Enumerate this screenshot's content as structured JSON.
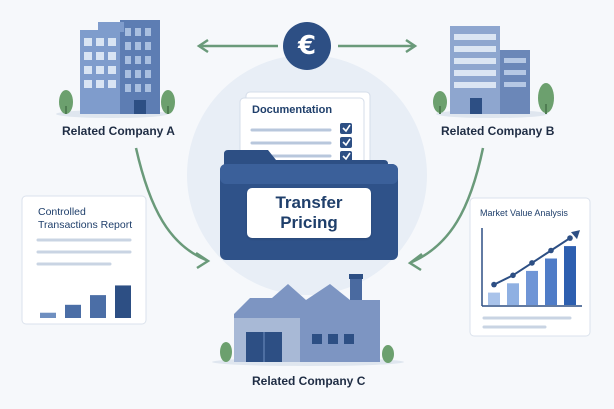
{
  "center": {
    "currency_symbol": "€",
    "documentation_title": "Documentation",
    "folder_title_lines": [
      "Transfer",
      "Pricing"
    ]
  },
  "companies": {
    "a": "Related Company A",
    "b": "Related Company B",
    "c": "Related Company C"
  },
  "left_card": {
    "title_lines": [
      "Controlled",
      "Transactions Report"
    ],
    "bar_levels": [
      0.12,
      0.3,
      0.52,
      0.74
    ]
  },
  "right_card": {
    "title": "Market Value Analysis",
    "bar_levels": [
      0.2,
      0.35,
      0.55,
      0.75,
      0.95
    ]
  },
  "colors": {
    "navy": "#2d4f84",
    "arrow_green": "#6a9a7a",
    "building_blue": "#6f8fc0",
    "background": "#f6f8fb"
  }
}
